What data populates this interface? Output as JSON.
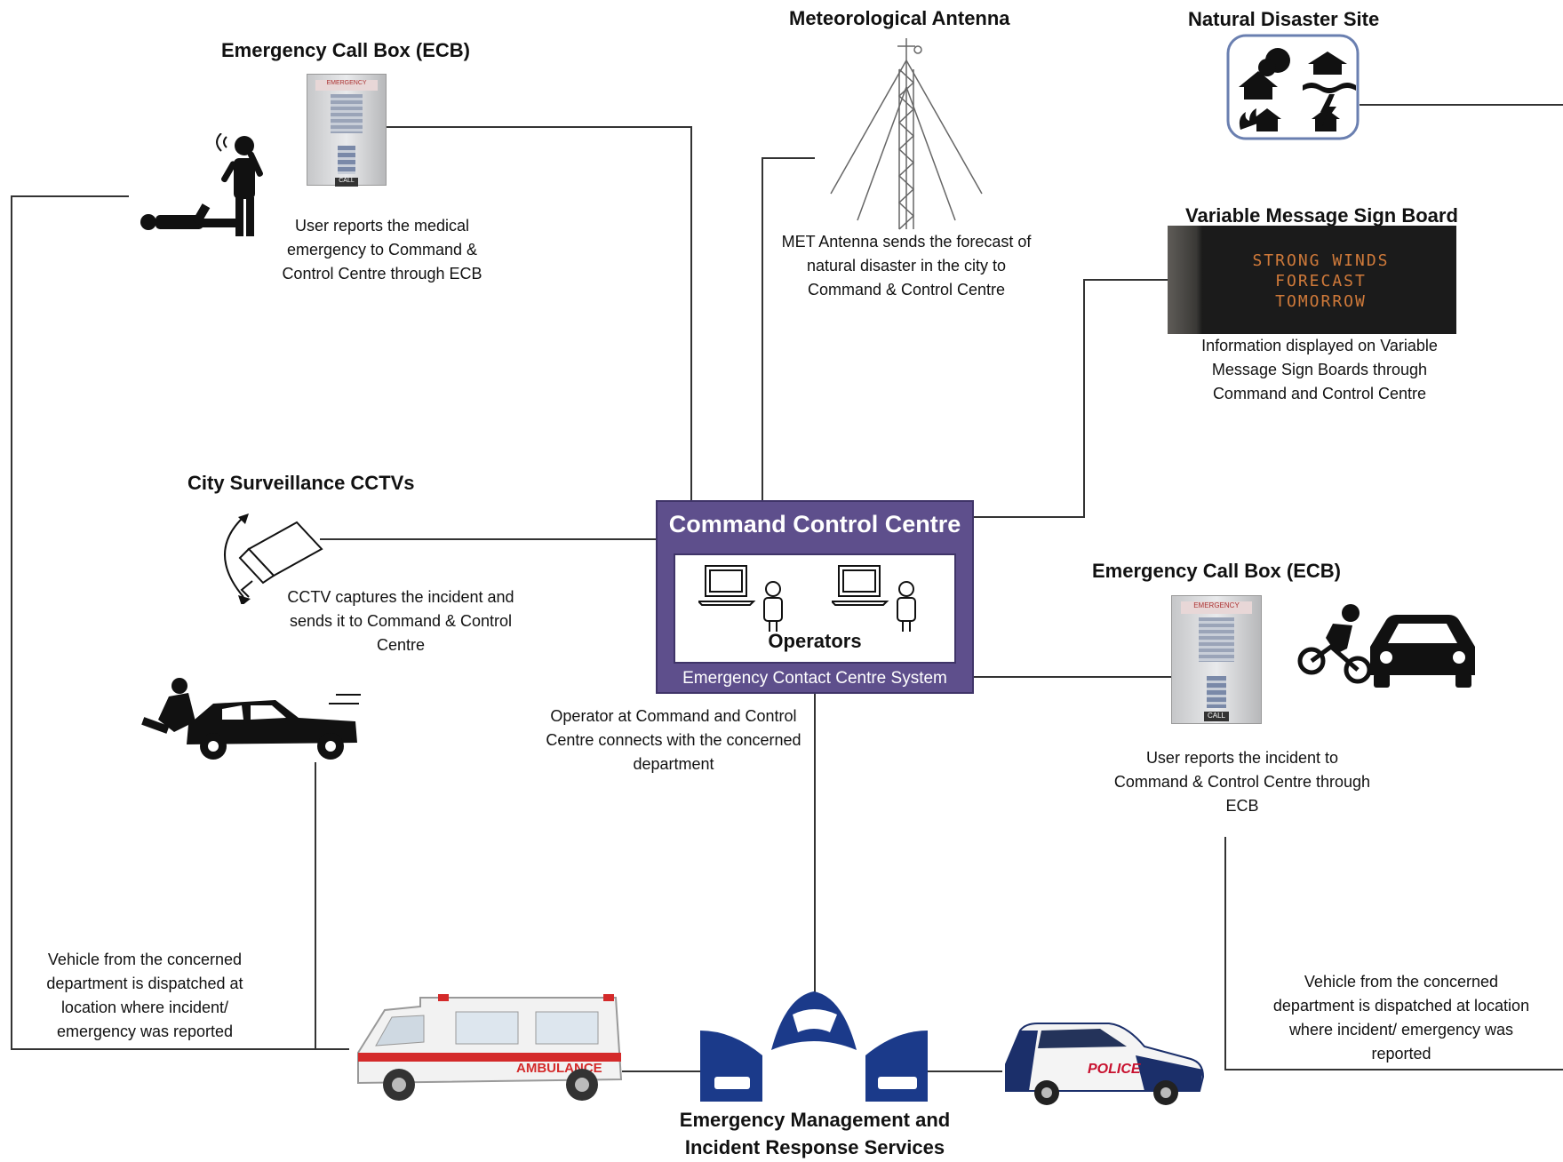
{
  "labels": {
    "ecb_top_title": "Emergency Call Box (ECB)",
    "ecb_top_caption": "User reports the medical emergency to Command & Control Centre through ECB",
    "met_title": "Meteorological Antenna",
    "met_caption": "MET Antenna sends the forecast of natural disaster in the city to Command & Control Centre",
    "nds_title": "Natural Disaster Site",
    "vms_title": "Variable Message Sign Board",
    "vms_caption": "Information displayed on Variable Message Sign Boards through Command and Control Centre",
    "cctv_title": "City Surveillance CCTVs",
    "cctv_caption": "CCTV captures the incident and sends it to Command & Control Centre",
    "ecb_right_title": "Emergency Call Box (ECB)",
    "ecb_right_caption": "User reports the incident to Command & Control Centre through ECB",
    "operator_caption": "Operator at Command and Control Centre connects with the concerned department",
    "vehicle_left_caption": "Vehicle from the concerned department is dispatched at location where incident/ emergency was reported",
    "vehicle_right_caption": "Vehicle from the concerned department is dispatched at location where incident/ emergency was reported",
    "emergency_services_title": "Emergency Management and Incident Response Services"
  },
  "command_centre": {
    "title": "Command Control Centre",
    "operators_label": "Operators",
    "system_label": "Emergency Contact Centre System"
  },
  "vms_board": {
    "line1": "STRONG WINDS",
    "line2": "FORECAST",
    "line3": "TOMORROW"
  },
  "ecb_device": {
    "header": "EMERGENCY",
    "call": "CALL"
  },
  "vehicles": {
    "ambulance_label": "AMBULANCE",
    "police_label": "POLICE"
  },
  "colors": {
    "command_centre_bg": "#5e4f8c",
    "services_blue": "#1b3a8a",
    "nds_border": "#6a7fb0",
    "ambulance_stripe": "#d42a2a"
  },
  "icons": [
    "ecb-device-icon",
    "person-calling-icon",
    "injured-person-icon",
    "antenna-tower-icon",
    "natural-disaster-icon",
    "cctv-camera-icon",
    "car-accident-icon",
    "laptop-icon",
    "operator-icon",
    "cyclist-icon",
    "car-icon",
    "ambulance-icon",
    "police-car-icon",
    "emergency-services-icon"
  ]
}
